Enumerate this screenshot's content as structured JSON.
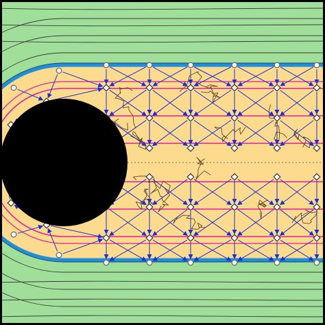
{
  "colors": {
    "frame": "#000000",
    "outer_flow": "#9fdf99",
    "wake": "#fddb8e",
    "streamline": "#3c3c3c",
    "boundary": "#1e8fd8",
    "boundary_edge": "#1a3c6e",
    "inner_line": "#e0209a",
    "arrow": "#1c2fcf",
    "thread": "#5a4a2a",
    "obstacle": "#000000",
    "node_fill": "#ffffff",
    "node_outline_circle": "#707070",
    "node_outline_diamond": "#333333",
    "centerline": "#555555"
  },
  "icons": {
    "obstacle": "black-disk",
    "boundary_node": "gray-circle-marker",
    "interior_node": "white-diamond-marker",
    "connection": "arrow"
  }
}
